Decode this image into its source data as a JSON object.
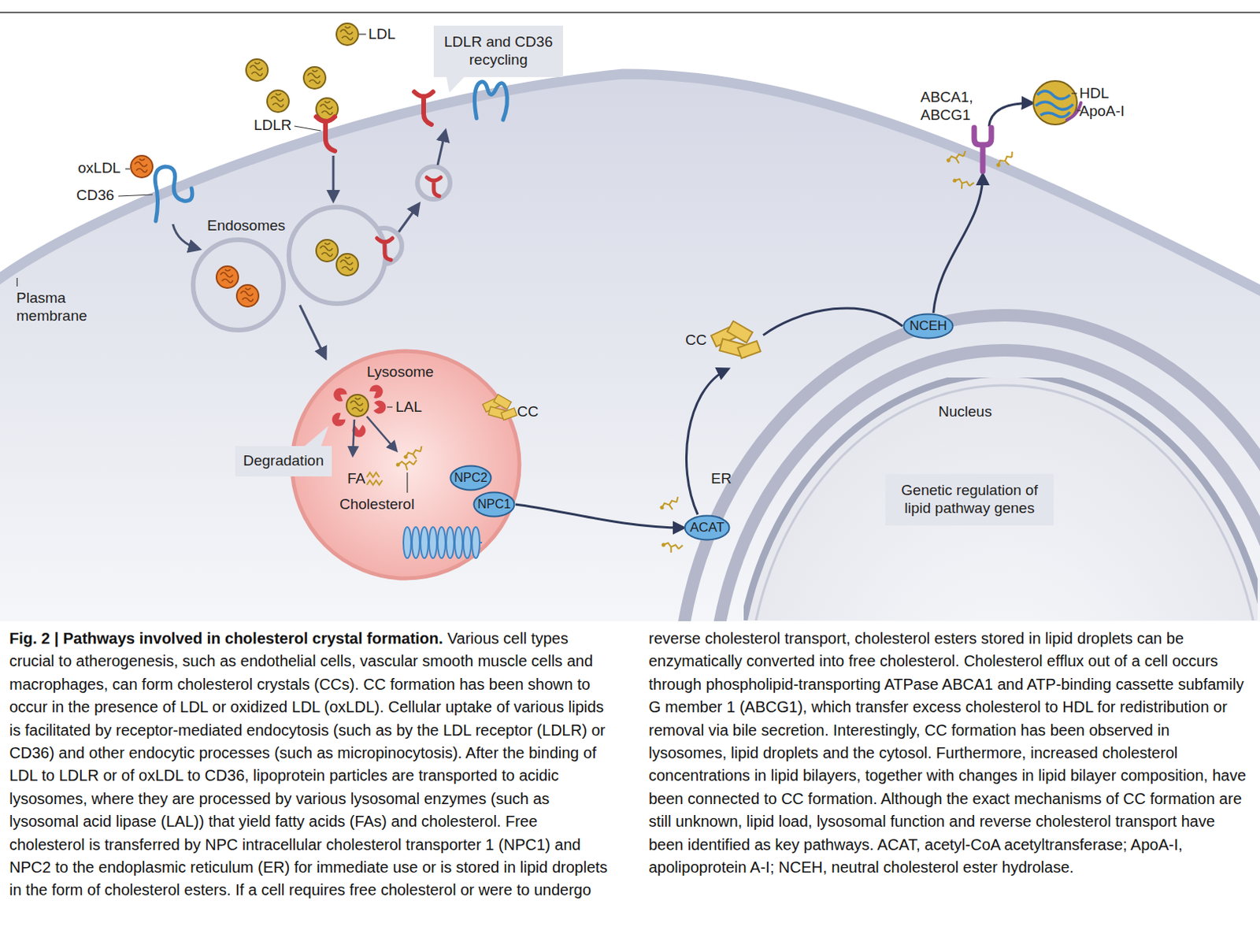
{
  "diagram": {
    "title": "Fig. 2 | Pathways involved in cholesterol crystal formation.",
    "caption": "Various cell types crucial to atherogenesis, such as endothelial cells, vascular smooth muscle cells and macrophages, can form cholesterol crystals (CCs). CC formation has been shown to occur in the presence of LDL or oxidized LDL (oxLDL). Cellular uptake of various lipids is facilitated by receptor-mediated endocytosis (such as by the LDL receptor (LDLR) or CD36) and other endocytic processes (such as micropinocytosis). After the binding of LDL to LDLR or of oxLDL to CD36, lipoprotein particles are transported to acidic lysosomes, where they are processed by various lysosomal enzymes (such as lysosomal acid lipase (LAL)) that yield fatty acids (FAs) and cholesterol. Free cholesterol is transferred by NPC intracellular cholesterol transporter 1 (NPC1) and NPC2 to the endoplasmic reticulum (ER) for immediate use or is stored in lipid droplets in the form of cholesterol esters. If a cell requires free cholesterol or were to undergo reverse cholesterol transport, cholesterol esters stored in lipid droplets can be enzymatically converted into free cholesterol. Cholesterol efflux out of a cell occurs through phospholipid-transporting ATPase ABCA1 and ATP-binding cassette subfamily G member 1 (ABCG1), which transfer excess cholesterol to HDL for redistribution or removal via bile secretion. Interestingly, CC formation has been observed in lysosomes, lipid droplets and the cytosol. Furthermore, increased cholesterol concentrations in lipid bilayers, together with changes in lipid bilayer composition, have been connected to CC formation. Although the exact mechanisms of CC formation are still unknown, lipid load, lysosomal function and reverse cholesterol transport have been identified as key pathways. ACAT, acetyl-CoA acetyltransferase; ApoA-I, apolipoprotein A-I; NCEH, neutral cholesterol ester hydrolase.",
    "nodes": [
      {
        "text": [
          "LDLR and CD36 recycling"
        ]
      },
      {
        "text": [
          "HDL",
          "ApoA-I"
        ]
      },
      {
        "text": [
          "ABCA1, ABCG1"
        ]
      },
      {
        "text": [
          "CC"
        ]
      },
      {
        "text": [
          "NCEH"
        ]
      },
      {
        "text": [
          "Lysosome"
        ]
      },
      {
        "text": [
          "Degradation"
        ]
      },
      {
        "text": [
          "NPC2"
        ],
        "in": 5
      },
      {
        "text": [
          "NPC1"
        ],
        "in": 5
      },
      {
        "text": [
          "Nucleus"
        ]
      },
      {
        "text": [
          "Genetic regulation of lipid pathway genes"
        ],
        "in": 9
      },
      {
        "text": [
          "ACAT"
        ]
      }
    ],
    "edges": [
      {
        "from": 8,
        "to": 11,
        "arrow": "to"
      },
      {
        "from": 11,
        "to": 3,
        "arrow": "to"
      },
      {
        "from": 3,
        "to": 4,
        "arrow": "none"
      },
      {
        "from": 4,
        "to": 2,
        "arrow": "to"
      },
      {
        "from": 2,
        "to": 1,
        "arrow": "to"
      }
    ],
    "labels": [
      "LDL",
      "oxLDL",
      "CD36",
      "LDLR",
      "Endosomes",
      "Plasma membrane",
      "LAL",
      "FA",
      "Cholesterol",
      "CC",
      "ER"
    ]
  }
}
